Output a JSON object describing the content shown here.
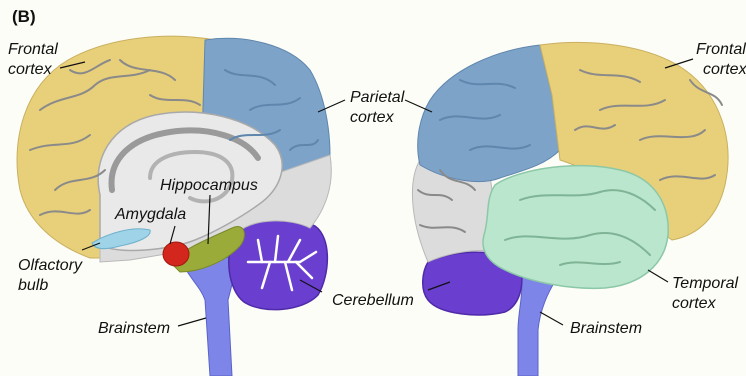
{
  "panel_label": "(B)",
  "colors": {
    "frontal": "#e8cf7a",
    "parietal": "#7ea3c9",
    "temporal": "#b9e6cc",
    "cerebellum": "#6a3fd0",
    "brainstem": "#7d86e8",
    "amygdala": "#d3271d",
    "hippocampus": "#9bab3a",
    "olfactory": "#9fd3e8",
    "gray_region": "#dcdcdc"
  },
  "labels": {
    "frontal_left": "Frontal cortex",
    "parietal": "Parietal cortex",
    "hippocampus": "Hippocampus",
    "amygdala": "Amygdala",
    "olfactory_bulb": "Olfactory bulb",
    "cerebellum": "Cerebellum",
    "brainstem_left": "Brainstem",
    "frontal_right": "Frontal cortex",
    "temporal": "Temporal cortex",
    "brainstem_right": "Brainstem"
  }
}
